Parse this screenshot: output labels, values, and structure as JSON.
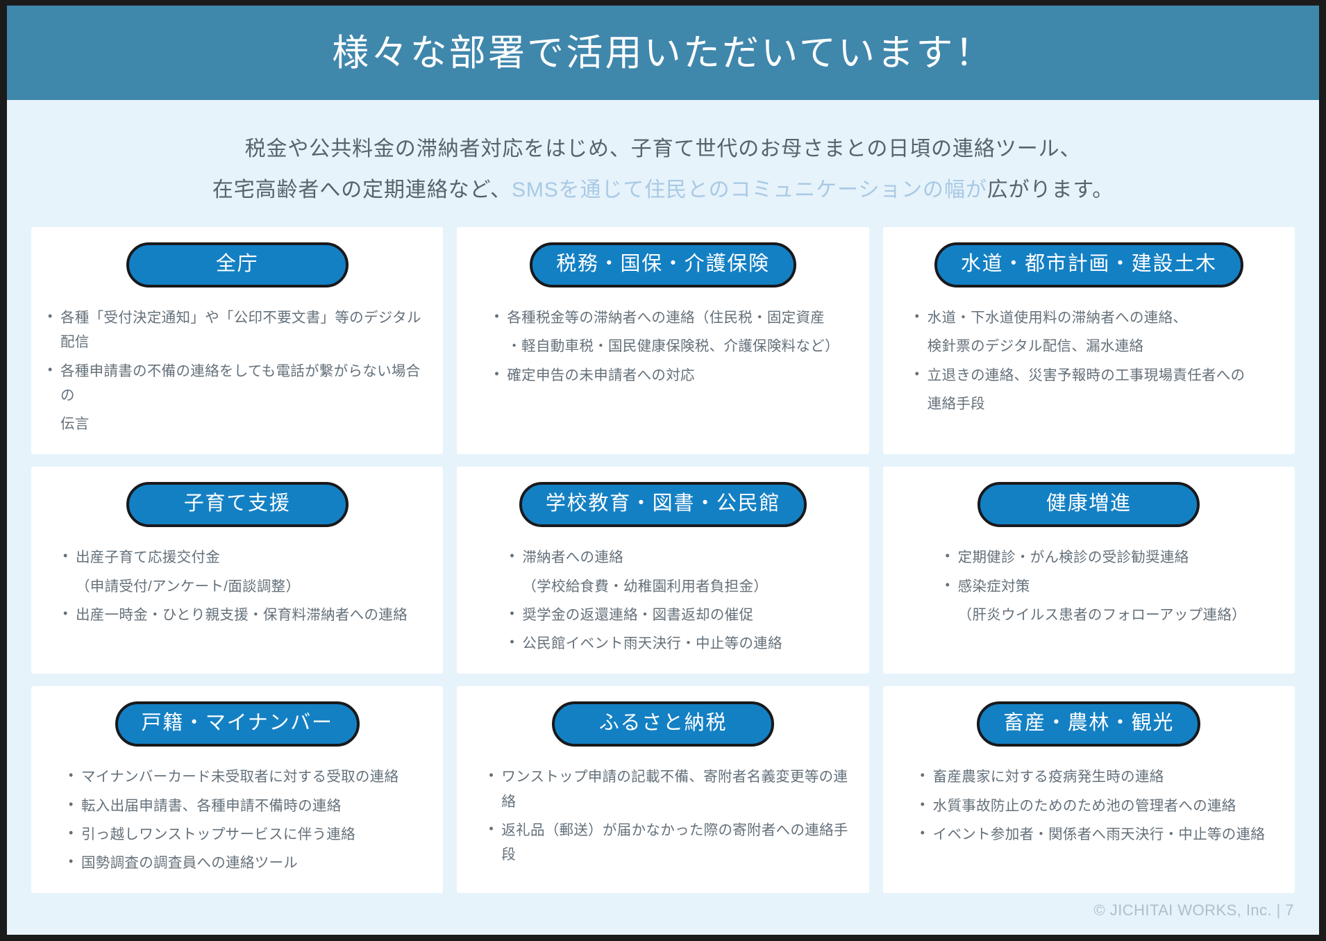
{
  "header": {
    "title": "様々な部署で活用いただいています！"
  },
  "subtitle": {
    "line1": "税金や公共料金の滞納者対応をはじめ、子育て世代のお母さまとの日頃の連絡ツール、",
    "line2_pre": "在宅高齢者への定期連絡など、",
    "line2_highlight": "SMSを通じて住民とのコミュニケーションの幅が",
    "line2_post": "広がります。"
  },
  "cards": [
    {
      "badge": "全庁",
      "bullets": [
        {
          "text": "各種「受付決定通知」や「公印不要文書」等のデジタル配信",
          "cont": false
        },
        {
          "text": "各種申請書の不備の連絡をしても電話が繋がらない場合の",
          "cont": false
        },
        {
          "text": "伝言",
          "cont": true
        }
      ]
    },
    {
      "badge": "税務・国保・介護保険",
      "bullets": [
        {
          "text": "各種税金等の滞納者への連絡（住民税・固定資産",
          "cont": false
        },
        {
          "text": "・軽自動車税・国民健康保険税、介護保険料など）",
          "cont": true
        },
        {
          "text": "確定申告の未申請者への対応",
          "cont": false
        }
      ]
    },
    {
      "badge": "水道・都市計画・建設土木",
      "bullets": [
        {
          "text": "水道・下水道使用料の滞納者への連絡、",
          "cont": false
        },
        {
          "text": "検針票のデジタル配信、漏水連絡",
          "cont": true
        },
        {
          "text": "立退きの連絡、災害予報時の工事現場責任者への",
          "cont": false
        },
        {
          "text": "連絡手段",
          "cont": true
        }
      ]
    },
    {
      "badge": "子育て支援",
      "bullets": [
        {
          "text": "出産子育て応援交付金",
          "cont": false
        },
        {
          "text": "（申請受付/アンケート/面談調整）",
          "cont": true
        },
        {
          "text": "出産一時金・ひとり親支援・保育料滞納者への連絡",
          "cont": false
        }
      ]
    },
    {
      "badge": "学校教育・図書・公民館",
      "bullets": [
        {
          "text": "滞納者への連絡",
          "cont": false
        },
        {
          "text": "（学校給食費・幼稚園利用者負担金）",
          "cont": true
        },
        {
          "text": "奨学金の返還連絡・図書返却の催促",
          "cont": false
        },
        {
          "text": "公民館イベント雨天決行・中止等の連絡",
          "cont": false
        }
      ]
    },
    {
      "badge": "健康増進",
      "bullets": [
        {
          "text": "定期健診・がん検診の受診勧奨連絡",
          "cont": false
        },
        {
          "text": "感染症対策",
          "cont": false
        },
        {
          "text": "（肝炎ウイルス患者のフォローアップ連絡）",
          "cont": true
        }
      ]
    },
    {
      "badge": "戸籍・マイナンバー",
      "bullets": [
        {
          "text": "マイナンバーカード未受取者に対する受取の連絡",
          "cont": false
        },
        {
          "text": "転入出届申請書、各種申請不備時の連絡",
          "cont": false
        },
        {
          "text": "引っ越しワンストップサービスに伴う連絡",
          "cont": false
        },
        {
          "text": "国勢調査の調査員への連絡ツール",
          "cont": false
        }
      ]
    },
    {
      "badge": "ふるさと納税",
      "bullets": [
        {
          "text": "ワンストップ申請の記載不備、寄附者名義変更等の連絡",
          "cont": false
        },
        {
          "text": "返礼品（郵送）が届かなかった際の寄附者への連絡手段",
          "cont": false
        }
      ]
    },
    {
      "badge": "畜産・農林・観光",
      "bullets": [
        {
          "text": "畜産農家に対する疫病発生時の連絡",
          "cont": false
        },
        {
          "text": "水質事故防止のためのため池の管理者への連絡",
          "cont": false
        },
        {
          "text": "イベント参加者・関係者へ雨天決行・中止等の連絡",
          "cont": false
        }
      ]
    }
  ],
  "footer": {
    "copyright": "© JICHITAI WORKS, Inc. | 7"
  },
  "colors": {
    "banner": "#4087ac",
    "page_bg": "#e6f3fb",
    "badge": "#1480c4",
    "badge_border": "#19191c",
    "body_text": "#64707a",
    "highlight": "#a9c9e4"
  }
}
